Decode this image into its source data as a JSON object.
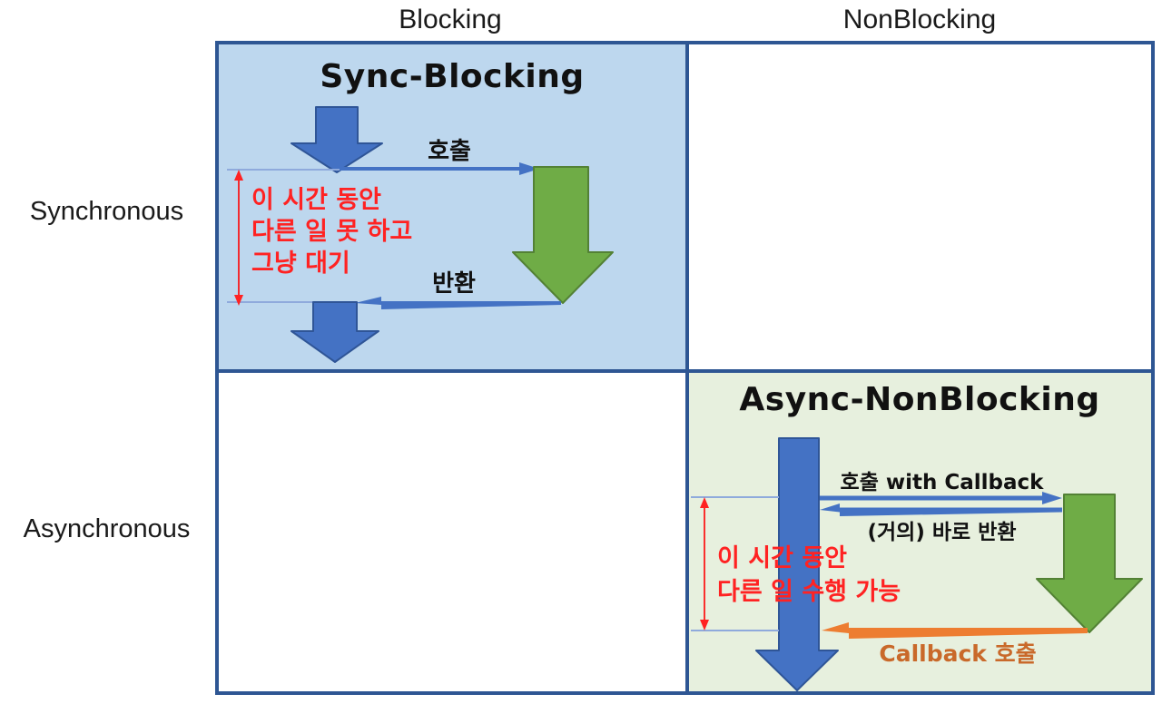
{
  "matrix": {
    "column_headers": [
      {
        "label": "Blocking"
      },
      {
        "label": "NonBlocking"
      }
    ],
    "row_headers": [
      {
        "label": "Synchronous"
      },
      {
        "label": "Asynchronous"
      }
    ]
  },
  "sync_blocking": {
    "title": "Sync-Blocking",
    "call_label": "호출",
    "return_label": "반환",
    "note_lines": [
      "이 시간 동안",
      "다른 일 못 하고",
      "그냥 대기"
    ]
  },
  "async_nonblocking": {
    "title": "Async-NonBlocking",
    "call_label": "호출 with Callback",
    "return_label": "(거의) 바로 반환",
    "callback_label": "Callback 호출",
    "note_lines": [
      "이 시간 동안",
      "다른 일 수행 가능"
    ]
  },
  "colors": {
    "grid_border": "#2E5693",
    "sync_blocking_bg": "#BDD7EE",
    "async_nonblocking_bg": "#E7F0DE",
    "arrow_blue": "#4472C4",
    "arrow_blue_border": "#2F5597",
    "arrow_green": "#6FAC46",
    "arrow_green_border": "#538135",
    "arrow_orange": "#ED7D31",
    "callback_text_orange": "#C9692A",
    "annotation_red": "#FF2222",
    "guide_line_blue": "#8FAADC"
  }
}
